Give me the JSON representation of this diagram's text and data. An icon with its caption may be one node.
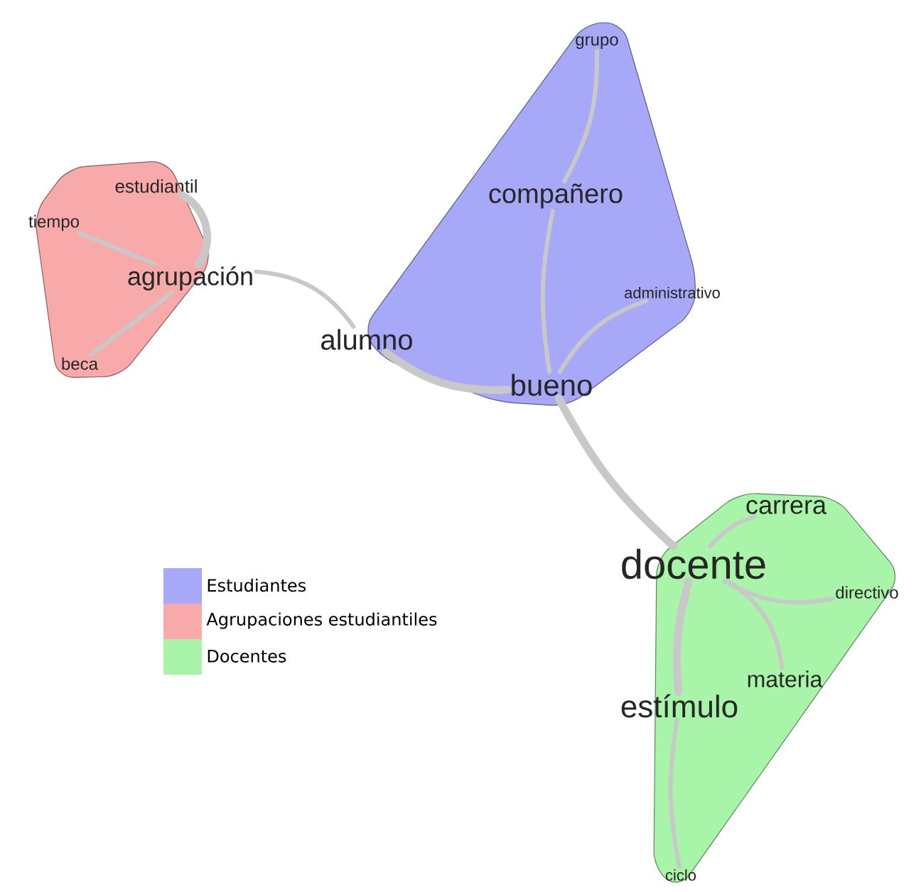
{
  "diagram": {
    "nodes": [
      {
        "text": [],
        "shape": "blob"
      },
      {
        "text": [
          "estudiantil"
        ],
        "in": 0
      },
      {
        "text": [
          "tiempo"
        ],
        "in": 0
      },
      {
        "text": [
          "agrupación"
        ],
        "in": 0
      },
      {
        "text": [
          "beca"
        ],
        "in": 0
      },
      {
        "text": [],
        "shape": "blob"
      },
      {
        "text": [
          "grupo"
        ],
        "in": 5
      },
      {
        "text": [
          "compañero"
        ],
        "in": 5
      },
      {
        "text": [
          "administrativo"
        ],
        "in": 5
      },
      {
        "text": [
          "bueno"
        ],
        "in": 5
      },
      {
        "text": [
          "alumno"
        ]
      },
      {
        "text": [],
        "shape": "blob"
      },
      {
        "text": [
          "carrera"
        ],
        "in": 11
      },
      {
        "text": [
          "docente"
        ]
      },
      {
        "text": [
          "directivo"
        ],
        "in": 11
      },
      {
        "text": [
          "materia"
        ],
        "in": 11
      },
      {
        "text": [
          "estímulo"
        ],
        "in": 11
      },
      {
        "text": [
          "ciclo"
        ],
        "in": 11
      }
    ],
    "edges": [
      {
        "from": 3,
        "to": 1,
        "arrow": "none",
        "style": "thick"
      },
      {
        "from": 3,
        "to": 2,
        "arrow": "none"
      },
      {
        "from": 3,
        "to": 4,
        "arrow": "none"
      },
      {
        "from": 3,
        "to": 10,
        "arrow": "none"
      },
      {
        "from": 10,
        "to": 9,
        "arrow": "none",
        "style": "thick"
      },
      {
        "from": 9,
        "to": 7,
        "arrow": "none"
      },
      {
        "from": 7,
        "to": 6,
        "arrow": "none"
      },
      {
        "from": 9,
        "to": 8,
        "arrow": "none"
      },
      {
        "from": 9,
        "to": 13,
        "arrow": "none",
        "style": "thick"
      },
      {
        "from": 13,
        "to": 12,
        "arrow": "none"
      },
      {
        "from": 13,
        "to": 14,
        "arrow": "none"
      },
      {
        "from": 13,
        "to": 15,
        "arrow": "none"
      },
      {
        "from": 13,
        "to": 16,
        "arrow": "none",
        "style": "thick"
      },
      {
        "from": 16,
        "to": 17,
        "arrow": "none"
      }
    ],
    "legend": [
      {
        "text": "Estudiantes",
        "color": "#a8a8f8"
      },
      {
        "text": "Agrupaciones estudiantiles",
        "color": "#f8aaaa"
      },
      {
        "text": "Docentes",
        "color": "#a8f4a8"
      }
    ]
  }
}
